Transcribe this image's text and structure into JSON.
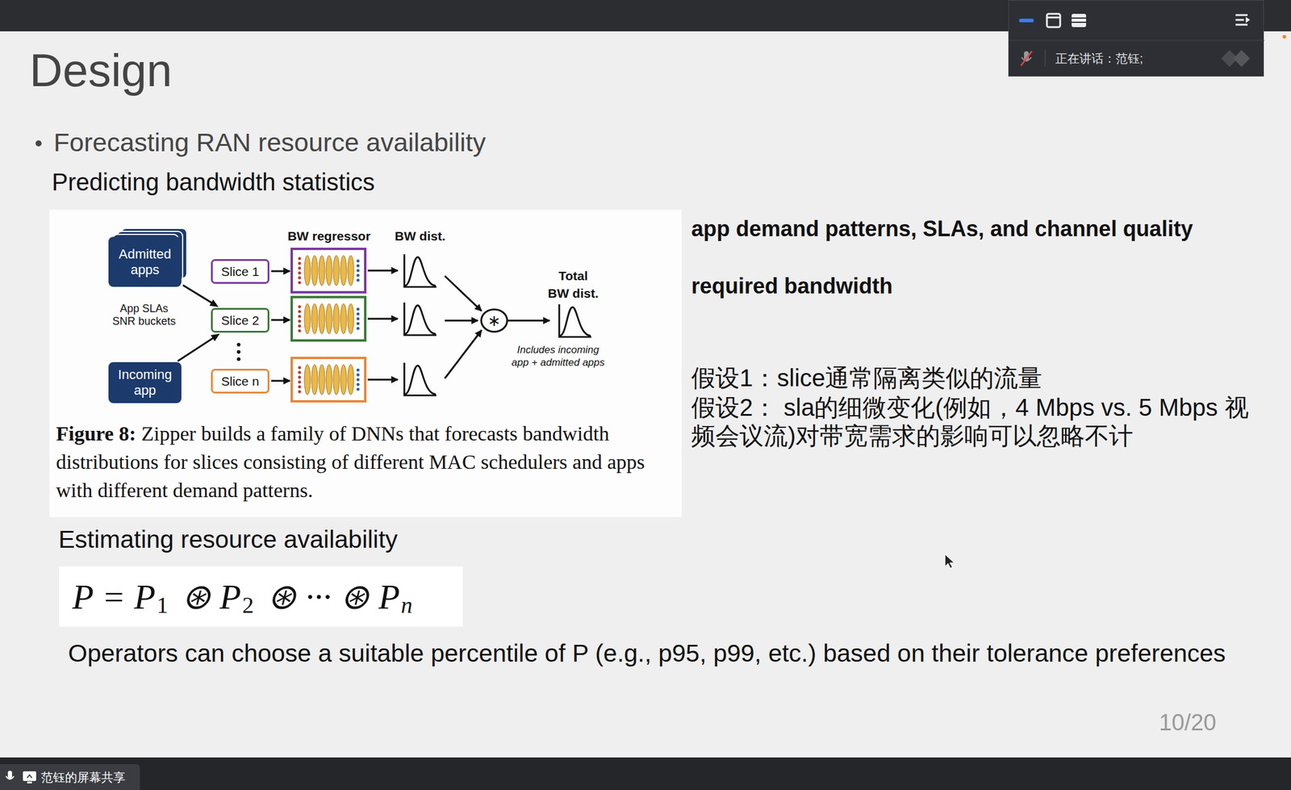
{
  "diagram": {
    "title": "Design",
    "caption": "Zipper builds a family of DNNs that forecasts bandwidth distributions for slices consisting of different MAC schedulers and apps with different demand patterns.",
    "nodes": [
      {
        "text": [
          "Admitted apps"
        ]
      },
      {
        "text": [
          "Incoming app"
        ]
      },
      {
        "text": [
          "Slice 1"
        ]
      },
      {
        "text": [
          "Slice 2"
        ]
      },
      {
        "text": [
          "Slice n"
        ]
      },
      {
        "text": [
          "∗"
        ]
      }
    ],
    "edges": [
      {
        "from": 0,
        "to": 3,
        "arrow": "to"
      },
      {
        "from": 1,
        "to": 3,
        "arrow": "to"
      }
    ],
    "labels": [
      "正在讲话：范钰;",
      "Forecasting RAN resource availability",
      "Predicting bandwidth statistics",
      "BW regressor",
      "BW dist.",
      "App SLAs SNR buckets",
      "Total BW dist.",
      "Includes incoming app + admitted apps",
      "Figure 8:",
      "app demand patterns, SLAs, and channel quality",
      "required bandwidth",
      "假设1：slice通常隔离类似的流量",
      "假设2： sla的细微变化(例如，4 Mbps vs. 5 Mbps 视频会议流)对带宽需求的影响可以忽略不计",
      "Estimating resource availability",
      "P = P",
      "1",
      "⊛ P",
      "2",
      "⊛ ··· ⊛ P",
      "n",
      "Operators can choose a suitable percentile of P (e.g., p95, p99, etc.) based on their tolerance preferences",
      "10/20",
      "范钰的屏幕共享"
    ]
  }
}
